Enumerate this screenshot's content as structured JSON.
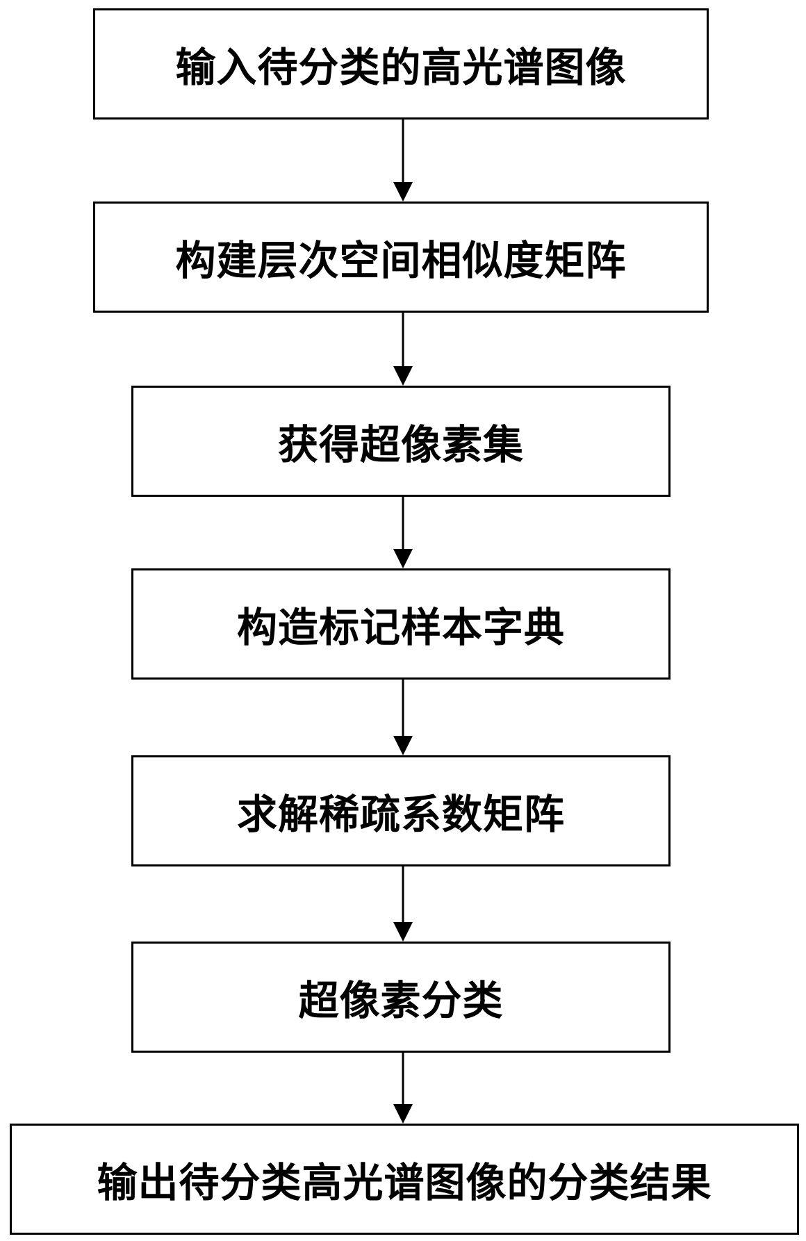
{
  "flowchart": {
    "steps": [
      {
        "label": "输入待分类的高光谱图像"
      },
      {
        "label": "构建层次空间相似度矩阵"
      },
      {
        "label": "获得超像素集"
      },
      {
        "label": "构造标记样本字典"
      },
      {
        "label": "求解稀疏系数矩阵"
      },
      {
        "label": "超像素分类"
      },
      {
        "label": "输出待分类高光谱图像的分类结果"
      }
    ]
  }
}
